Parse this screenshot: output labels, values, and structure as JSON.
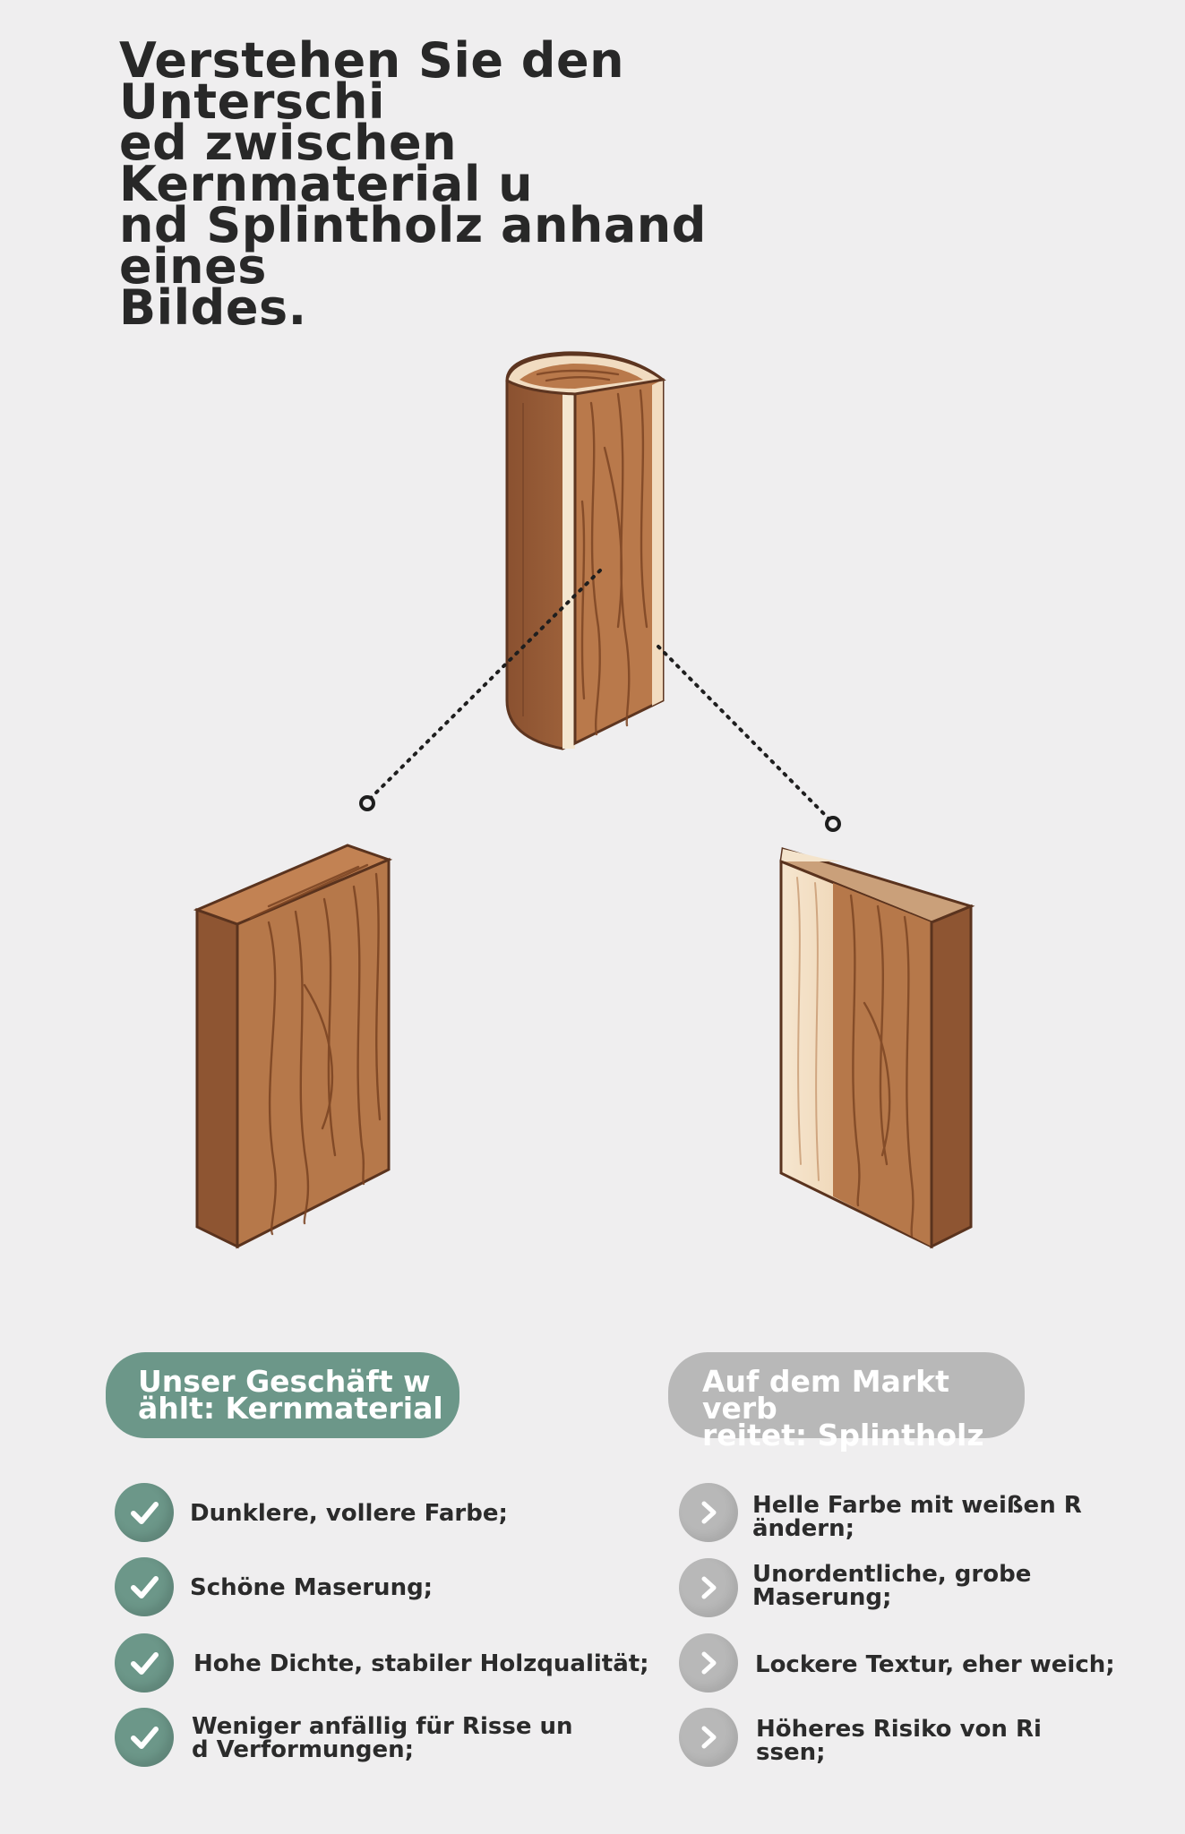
{
  "title": "Verstehen Sie den Unterschi\ned zwischen Kernmaterial u\nnd Splintholz anhand eines\nBildes.",
  "left_column": {
    "heading": "Unser Geschäft w\nählt: Kernmaterial",
    "items": [
      {
        "text": "Dunklere, vollere Farbe;",
        "icon": "check-icon"
      },
      {
        "text": "Schöne Maserung;",
        "icon": "check-icon"
      },
      {
        "text": "Hohe Dichte, stabiler Holzqualität;",
        "icon": "check-icon"
      },
      {
        "text": "Weniger anfällig für Risse un\nd Verformungen;",
        "icon": "check-icon"
      }
    ]
  },
  "right_column": {
    "heading": "Auf dem Markt verb\nreitet: Splintholz",
    "items": [
      {
        "text": "Helle Farbe mit weißen R\nändern;",
        "icon": "chevron-right-icon"
      },
      {
        "text": "Unordentliche, grobe\nMaserung;",
        "icon": "chevron-right-icon"
      },
      {
        "text": "Lockere Textur, eher weich;",
        "icon": "chevron-right-icon"
      },
      {
        "text": "Höheres Risiko von Ri\nssen;",
        "icon": "chevron-right-icon"
      }
    ]
  },
  "colors": {
    "background": "#efeeef",
    "heartwood": "#b6784a",
    "heartwood_dark": "#7e4a2a",
    "sapwood": "#f2dcc0",
    "green_accent": "#6c9789",
    "gray_accent": "#b8b8b8"
  }
}
